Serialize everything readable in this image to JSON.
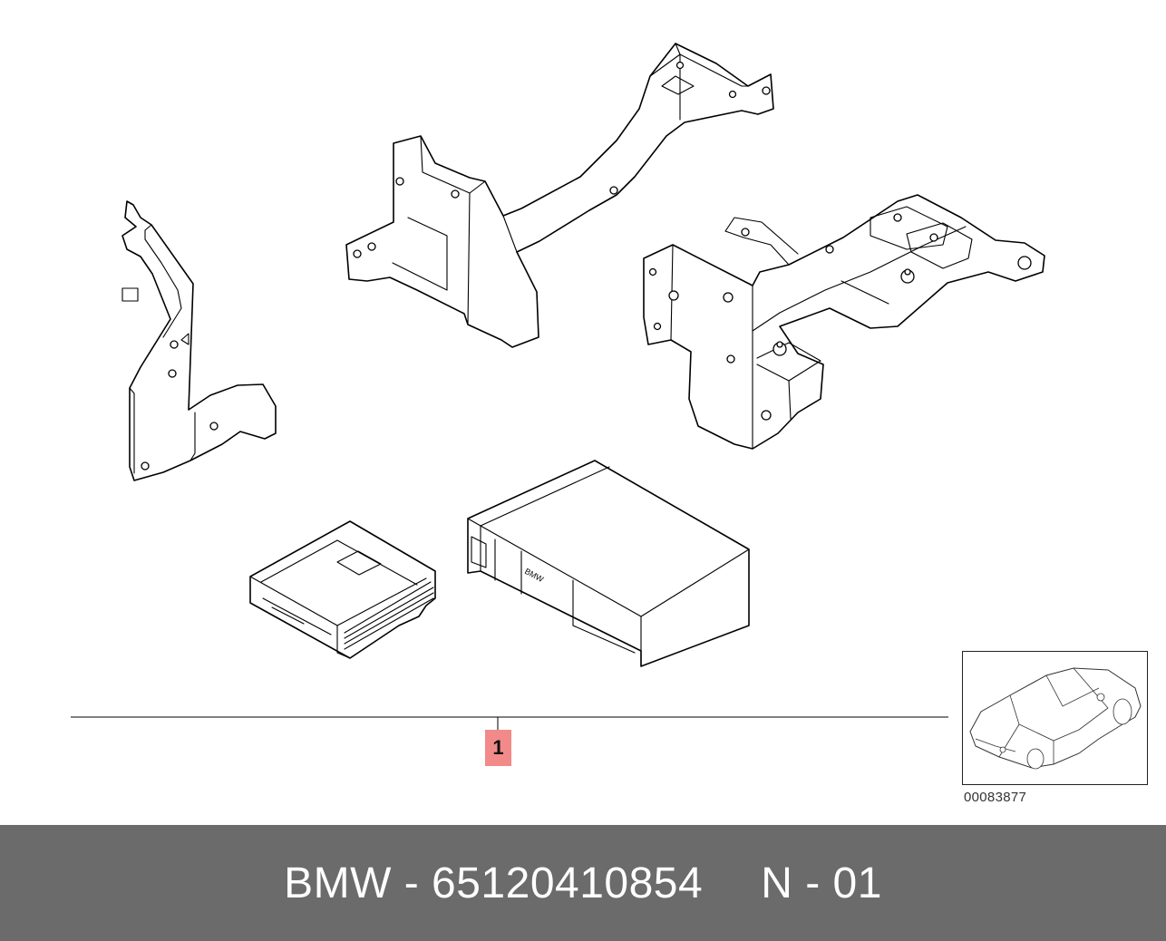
{
  "diagram": {
    "callouts": [
      {
        "label": "1"
      }
    ],
    "cd_changer_brand": "BMW",
    "reference_number": "00083877"
  },
  "footer": {
    "part_label": "BMW - 65120410854",
    "variant_label": "N - 01"
  },
  "colors": {
    "callout_fill": "#f28a8a",
    "footer_background": "#6b6b6b",
    "footer_text": "#ffffff",
    "line_art": "#000000"
  }
}
